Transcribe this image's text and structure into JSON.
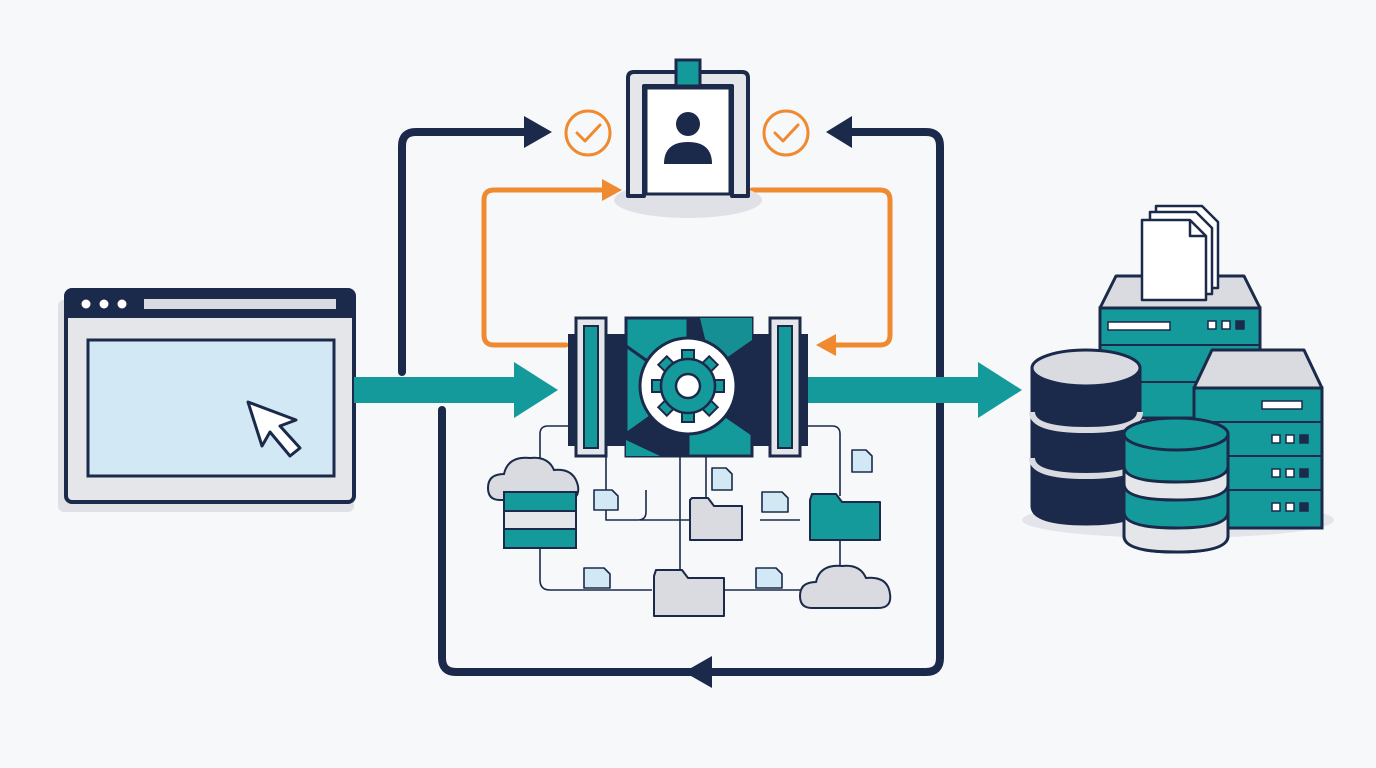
{
  "diagram": {
    "nodes": [
      {
        "id": "browser",
        "label": "",
        "icon": "browser-window-icon"
      },
      {
        "id": "identity-gate",
        "label": "",
        "icon": "user-gate-icon"
      },
      {
        "id": "processor",
        "label": "",
        "icon": "gear-engine-icon"
      },
      {
        "id": "storage",
        "label": "",
        "icon": "database-server-icon"
      },
      {
        "id": "file-network",
        "label": "",
        "icon": "file-network-icon"
      }
    ],
    "edges": [
      {
        "from": "browser",
        "to": "processor",
        "style": "teal-arrow"
      },
      {
        "from": "processor",
        "to": "storage",
        "style": "teal-arrow"
      },
      {
        "from": "processor",
        "to": "identity-gate",
        "style": "orange-loop"
      },
      {
        "from": "identity-gate",
        "to": "processor",
        "style": "orange-loop"
      },
      {
        "from": "processor",
        "to": "identity-gate",
        "style": "navy-loop"
      }
    ],
    "status": [
      "check-icon",
      "check-icon"
    ]
  },
  "colors": {
    "navy": "#1b2a4a",
    "teal": "#159a9c",
    "teal_dark": "#127f85",
    "orange": "#f08a30",
    "light_blue": "#d3e8f5",
    "gray": "#d9dbe0",
    "gray_dark": "#c8cbd1",
    "shadow": "#e3e5ea",
    "paper": "#ffffff"
  }
}
